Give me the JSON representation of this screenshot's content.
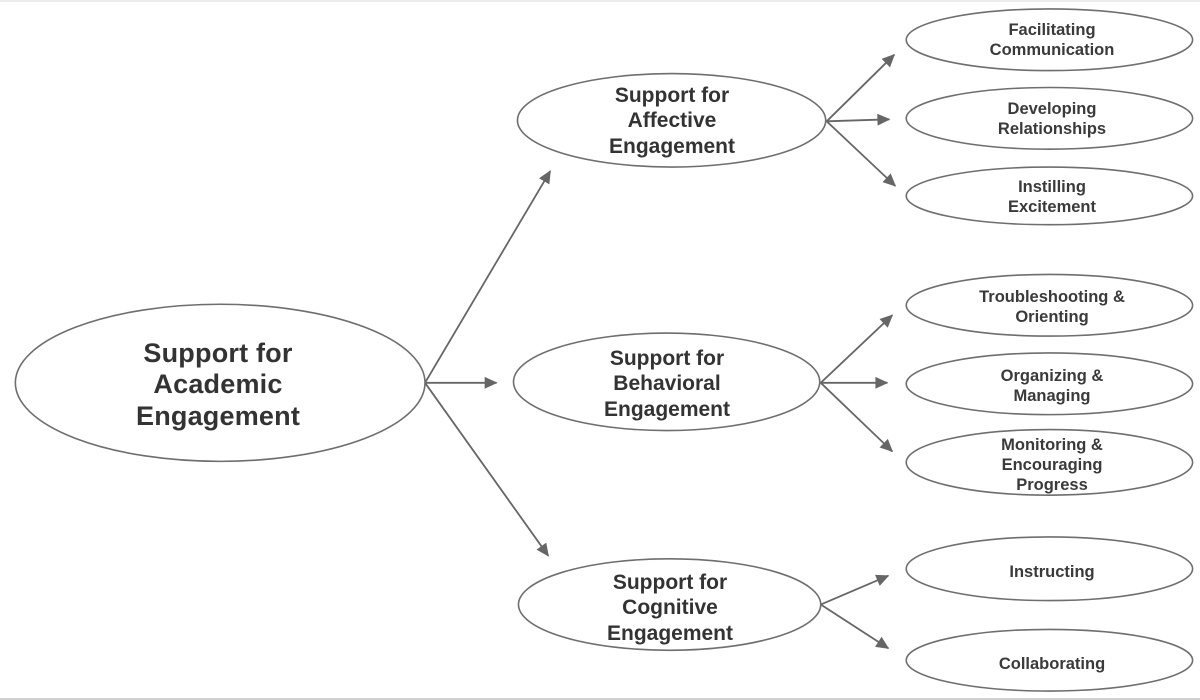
{
  "diagram_title": "Support for Academic Engagement concept map",
  "colors": {
    "ellipse_stroke": "#6e6e6e",
    "arrow": "#666666",
    "text": "#333333"
  },
  "nodes": {
    "root": {
      "label": "Support for Academic Engagement",
      "lines": [
        "Support for",
        "Academic",
        "Engagement"
      ]
    },
    "affective": {
      "label": "Support for Affective Engagement",
      "lines": [
        "Support for",
        "Affective",
        "Engagement"
      ]
    },
    "behavioral": {
      "label": "Support for Behavioral Engagement",
      "lines": [
        "Support for",
        "Behavioral",
        "Engagement"
      ]
    },
    "cognitive": {
      "label": "Support for Cognitive Engagement",
      "lines": [
        "Support for",
        "Cognitive",
        "Engagement"
      ]
    },
    "facilitating": {
      "label": "Facilitating Communication",
      "lines": [
        "Facilitating",
        "Communication"
      ]
    },
    "developing": {
      "label": "Developing Relationships",
      "lines": [
        "Developing",
        "Relationships"
      ]
    },
    "instilling": {
      "label": "Instilling Excitement",
      "lines": [
        "Instilling",
        "Excitement"
      ]
    },
    "troubleshooting": {
      "label": "Troubleshooting & Orienting",
      "lines": [
        "Troubleshooting &",
        "Orienting"
      ]
    },
    "organizing": {
      "label": "Organizing & Managing",
      "lines": [
        "Organizing &",
        "Managing"
      ]
    },
    "monitoring": {
      "label": "Monitoring & Encouraging Progress",
      "lines": [
        "Monitoring &",
        "Encouraging",
        "Progress"
      ]
    },
    "instructing": {
      "label": "Instructing",
      "lines": [
        "Instructing"
      ]
    },
    "collaborating": {
      "label": "Collaborating",
      "lines": [
        "Collaborating"
      ]
    }
  },
  "edges": [
    "root→affective",
    "root→behavioral",
    "root→cognitive",
    "affective→facilitating",
    "affective→developing",
    "affective→instilling",
    "behavioral→troubleshooting",
    "behavioral→organizing",
    "behavioral→monitoring",
    "cognitive→instructing",
    "cognitive→collaborating"
  ]
}
